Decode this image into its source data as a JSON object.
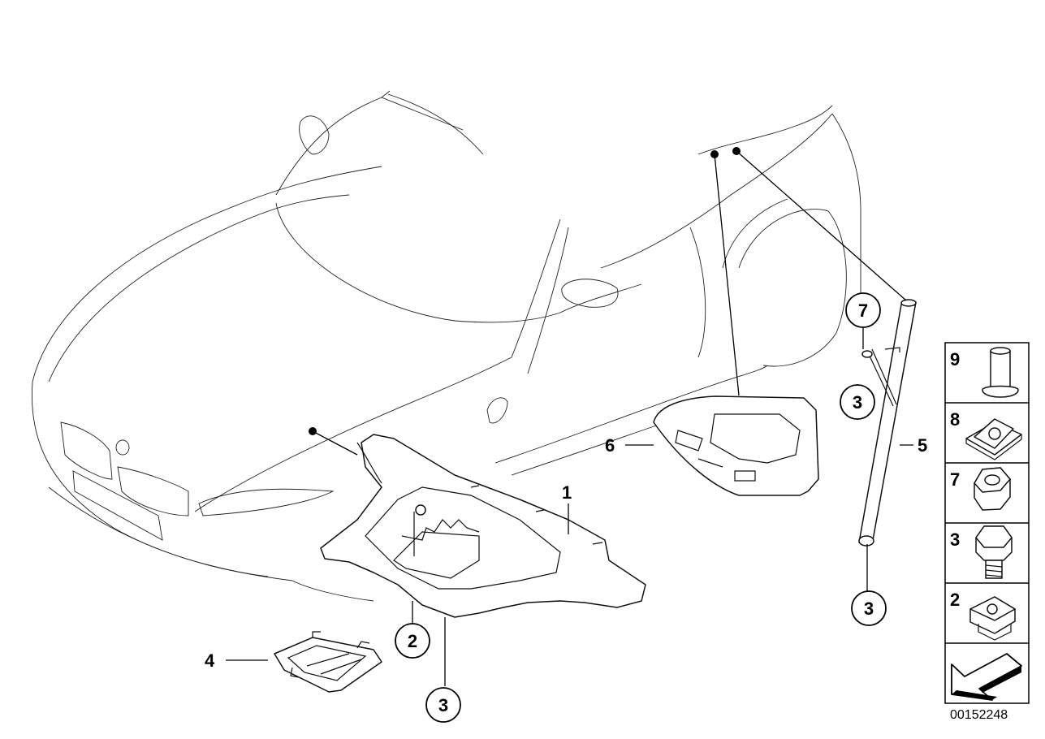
{
  "diagram": {
    "callouts": {
      "part1": "1",
      "part2": "2",
      "part3_bottom": "3",
      "part3_right_lower": "3",
      "part3_right_upper": "3",
      "part4": "4",
      "part5": "5",
      "part6": "6",
      "part7": "7"
    },
    "legend": [
      {
        "number": "9",
        "icon": "rivet-icon"
      },
      {
        "number": "8",
        "icon": "clip-nut-icon"
      },
      {
        "number": "7",
        "icon": "hex-nut-icon"
      },
      {
        "number": "3",
        "icon": "hex-bolt-icon"
      },
      {
        "number": "2",
        "icon": "spring-nut-icon"
      }
    ],
    "legend_footer_icon": "arrow-icon",
    "part_number": "00152248"
  }
}
